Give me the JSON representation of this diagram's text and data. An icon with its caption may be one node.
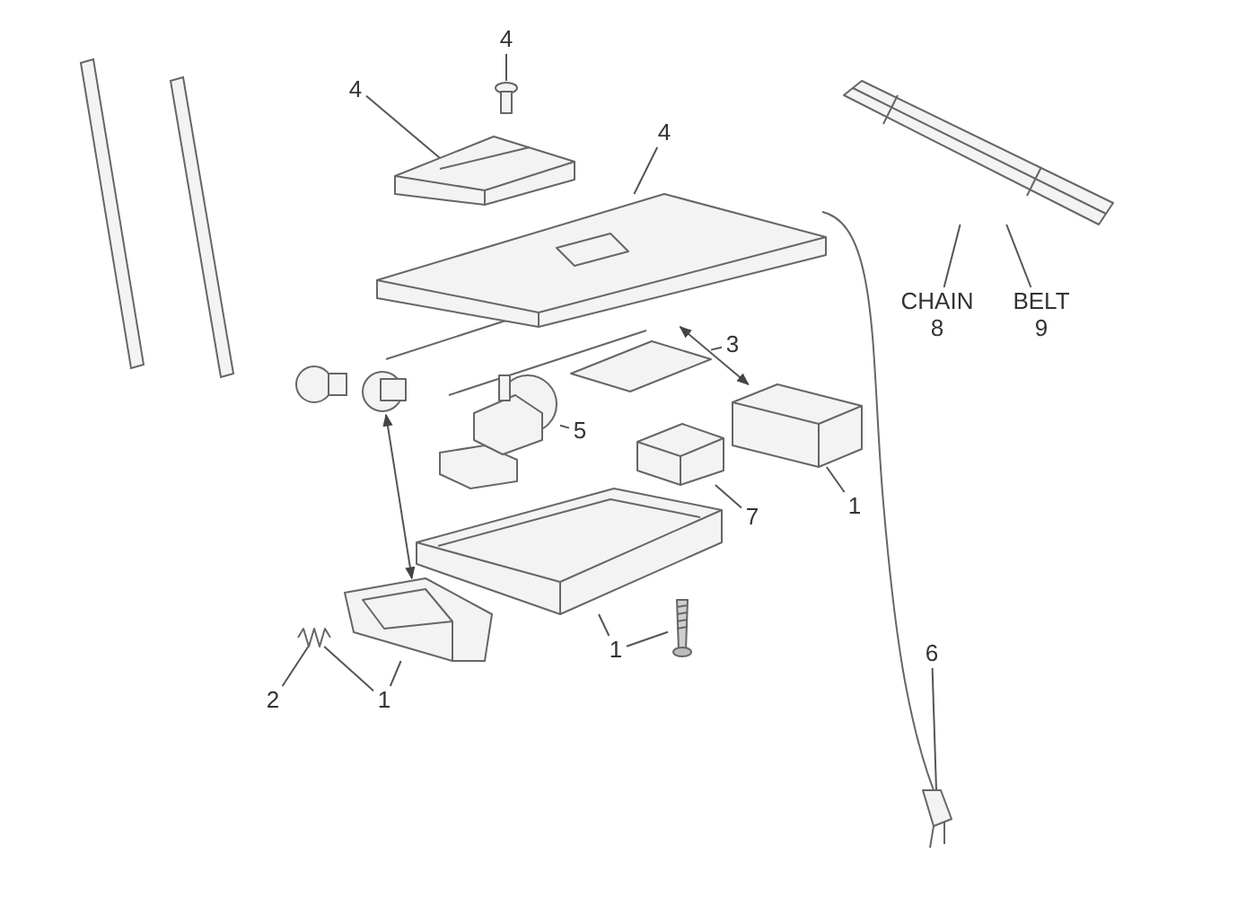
{
  "diagram": {
    "nodes": [
      {
        "text": [
          "4"
        ]
      },
      {
        "text": [],
        "shape": "picture"
      },
      {
        "text": [
          "4"
        ]
      },
      {
        "text": [],
        "shape": "picture"
      },
      {
        "text": [
          "4"
        ]
      },
      {
        "text": [],
        "shape": "picture"
      },
      {
        "text": [
          "3"
        ]
      },
      {
        "text": [],
        "shape": "picture"
      },
      {
        "text": [
          "5"
        ]
      },
      {
        "text": [],
        "shape": "picture"
      },
      {
        "text": [
          "1"
        ]
      },
      {
        "text": [],
        "shape": "picture"
      },
      {
        "text": [
          "7"
        ]
      },
      {
        "text": [],
        "shape": "picture"
      },
      {
        "text": [
          "1"
        ]
      },
      {
        "text": [],
        "shape": "picture"
      },
      {
        "text": [],
        "shape": "picture"
      },
      {
        "text": [
          "2"
        ]
      },
      {
        "text": [],
        "shape": "picture"
      },
      {
        "text": [
          "1"
        ]
      },
      {
        "text": [],
        "shape": "picture"
      },
      {
        "text": [
          "6"
        ]
      },
      {
        "text": [],
        "shape": "picture"
      },
      {
        "text": [
          "CHAIN",
          "8"
        ]
      },
      {
        "text": [],
        "shape": "picture"
      },
      {
        "text": [
          "BELT",
          "9"
        ]
      },
      {
        "text": [],
        "shape": "picture"
      }
    ],
    "edges": [
      {
        "from": 0,
        "to": 1,
        "arrow": "none"
      },
      {
        "from": 2,
        "to": 3,
        "arrow": "none"
      },
      {
        "from": 4,
        "to": 5,
        "arrow": "none"
      },
      {
        "from": 5,
        "to": 11,
        "arrow": "both"
      },
      {
        "from": 6,
        "to": 7,
        "arrow": "none"
      },
      {
        "from": 8,
        "to": 9,
        "arrow": "none"
      },
      {
        "from": 10,
        "to": 11,
        "arrow": "none"
      },
      {
        "from": 12,
        "to": 13,
        "arrow": "none"
      },
      {
        "from": 14,
        "to": 15,
        "arrow": "none"
      },
      {
        "from": 14,
        "to": 16,
        "arrow": "none"
      },
      {
        "from": 26,
        "to": 20,
        "arrow": "both"
      },
      {
        "from": 17,
        "to": 18,
        "arrow": "none"
      },
      {
        "from": 19,
        "to": 18,
        "arrow": "none"
      },
      {
        "from": 19,
        "to": 20,
        "arrow": "none"
      },
      {
        "from": 21,
        "to": 22,
        "arrow": "none"
      },
      {
        "from": 23,
        "to": 24,
        "arrow": "none"
      },
      {
        "from": 25,
        "to": 24,
        "arrow": "none"
      }
    ]
  }
}
